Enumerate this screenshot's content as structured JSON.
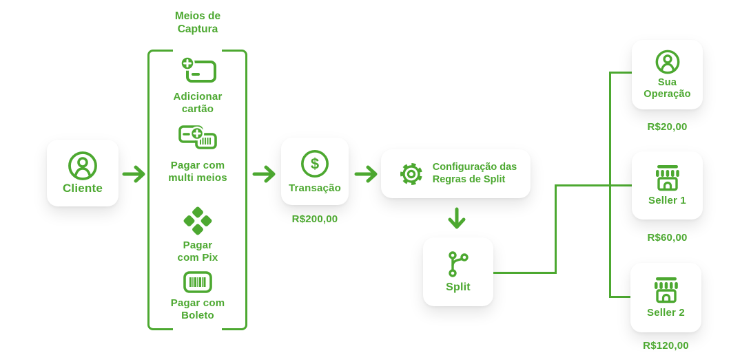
{
  "colors": {
    "green": "#4CA830",
    "background": "#FFFFFF"
  },
  "diagram": {
    "cliente": {
      "label": "Cliente",
      "icon": "user-circle-icon"
    },
    "capture": {
      "title": [
        "Meios de",
        "Captura"
      ],
      "items": [
        {
          "icon": "add-card-icon",
          "label": [
            "Adicionar",
            "cartão"
          ]
        },
        {
          "icon": "multi-payment-icon",
          "label": [
            "Pagar com",
            "multi meios"
          ]
        },
        {
          "icon": "pix-icon",
          "label": [
            "Pagar",
            "com Pix"
          ]
        },
        {
          "icon": "boleto-barcode-icon",
          "label": [
            "Pagar com",
            "Boleto"
          ]
        }
      ]
    },
    "transacao": {
      "label": "Transação",
      "amount": "R$200,00",
      "icon": "dollar-circle-icon"
    },
    "config": {
      "label": [
        "Configuração das",
        "Regras de Split"
      ],
      "icon": "gear-icon"
    },
    "split": {
      "label": "Split",
      "icon": "split-branch-icon"
    },
    "outputs": [
      {
        "label": [
          "Sua",
          "Operação"
        ],
        "amount": "R$20,00",
        "icon": "user-circle-icon"
      },
      {
        "label": "Seller 1",
        "amount": "R$60,00",
        "icon": "store-icon"
      },
      {
        "label": "Seller 2",
        "amount": "R$120,00",
        "icon": "store-icon"
      }
    ]
  }
}
